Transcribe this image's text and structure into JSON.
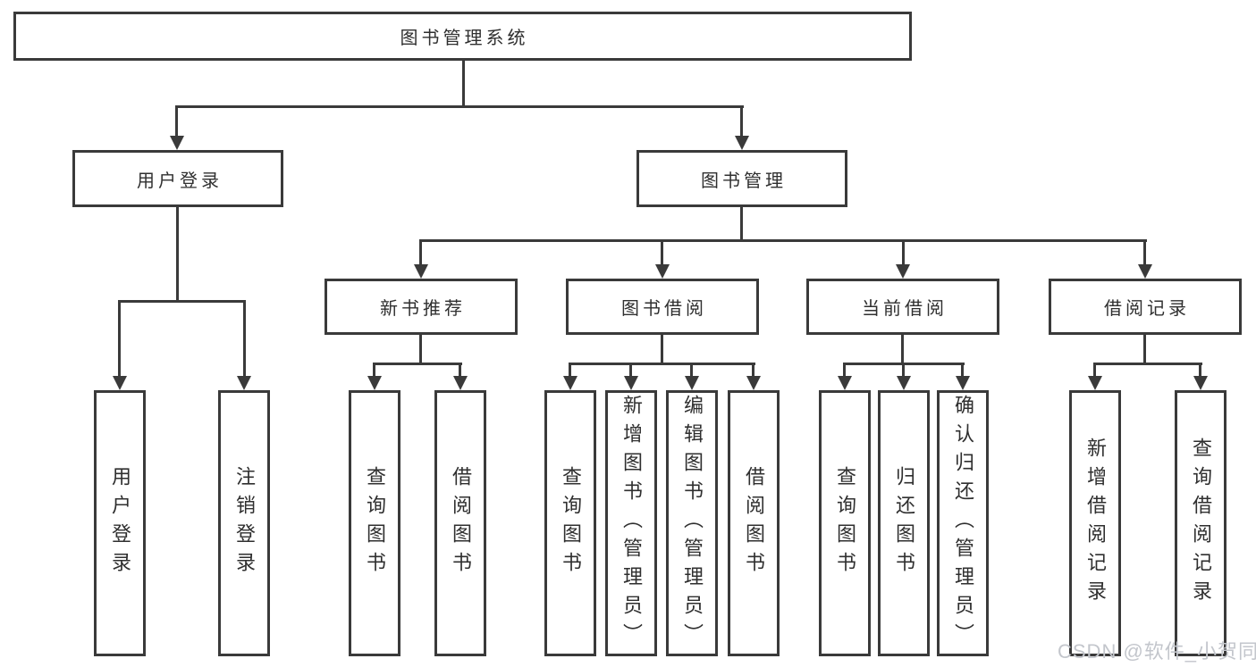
{
  "tree": {
    "root": {
      "label": "图书管理系统"
    },
    "branches": [
      {
        "label": "用户登录",
        "children": [
          {
            "label": "用户登录"
          },
          {
            "label": "注销登录"
          }
        ]
      },
      {
        "label": "图书管理",
        "groups": [
          {
            "label": "新书推荐",
            "children": [
              {
                "label": "查询图书"
              },
              {
                "label": "借阅图书"
              }
            ]
          },
          {
            "label": "图书借阅",
            "children": [
              {
                "label": "查询图书"
              },
              {
                "label": "新增图书（管理员）"
              },
              {
                "label": "编辑图书（管理员）"
              },
              {
                "label": "借阅图书"
              }
            ]
          },
          {
            "label": "当前借阅",
            "children": [
              {
                "label": "查询图书"
              },
              {
                "label": "归还图书"
              },
              {
                "label": "确认归还（管理员）"
              }
            ]
          },
          {
            "label": "借阅记录",
            "children": [
              {
                "label": "新增借阅记录"
              },
              {
                "label": "查询借阅记录"
              }
            ]
          }
        ]
      }
    ]
  },
  "watermark": {
    "text": "CSDN @软件_小贺同学"
  },
  "colors": {
    "line": "#3a3a3a",
    "text": "#2f2f2f",
    "watermark": "#c3c6cc",
    "background": "#ffffff"
  }
}
